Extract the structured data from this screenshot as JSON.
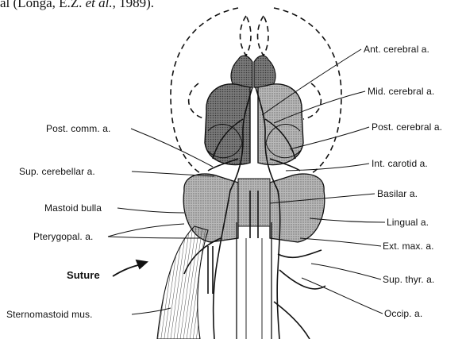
{
  "caption": {
    "prefix": "al (Longa, E.Z. ",
    "etal": "et al.",
    "suffix": ", 1989)."
  },
  "labels": {
    "ant_cerebral": "Ant. cerebral a.",
    "mid_cerebral": "Mid. cerebral a.",
    "post_cerebral": "Post. cerebral a.",
    "int_carotid": "Int. carotid a.",
    "basilar": "Basilar a.",
    "lingual": "Lingual a.",
    "ext_max": "Ext. max. a.",
    "sup_thyr": "Sup. thyr. a.",
    "occip": "Occip. a.",
    "post_comm": "Post. comm. a.",
    "sup_cerebellar": "Sup. cerebellar a.",
    "mastoid_bulla": "Mastoid bulla",
    "pterygopal": "Pterygopal. a.",
    "suture": "Suture",
    "sternomastoid": "Sternomastoid mus."
  },
  "colors": {
    "ink": "#111111",
    "shade": "#9a9a9a",
    "shade_dark": "#6f6f6f",
    "paper": "#ffffff"
  }
}
